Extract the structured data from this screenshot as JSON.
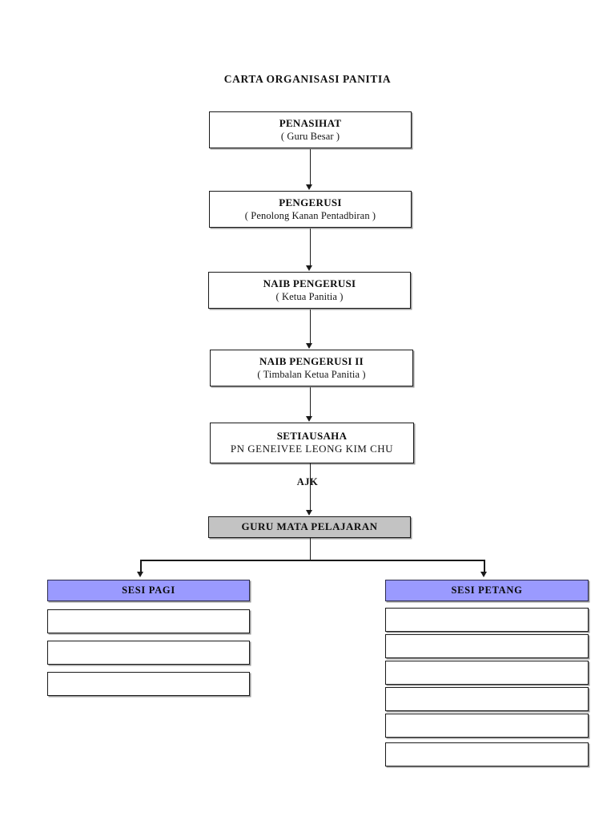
{
  "document": {
    "title": "CARTA ORGANISASI PANITIA"
  },
  "colors": {
    "highlight_gray": "#C3C3C3",
    "section_purple": "#9A9AFF",
    "line": "#1A1A1A",
    "background": "#FFFFFF"
  },
  "hierarchy": [
    {
      "key": "penasihat",
      "title": "PENASIHAT",
      "subtitle": "( Guru Besar )"
    },
    {
      "key": "pengerusi",
      "title": "PENGERUSI",
      "subtitle": "( Penolong Kanan Pentadbiran )"
    },
    {
      "key": "naib_pengerusi",
      "title": "NAIB PENGERUSI",
      "subtitle": "( Ketua Panitia )"
    },
    {
      "key": "naib_pengerusi_ii",
      "title": "NAIB PENGERUSI II",
      "subtitle": "( Timbalan Ketua Panitia )"
    },
    {
      "key": "setiausaha",
      "title": "SETIAUSAHA",
      "subtitle": "PN GENEIVEE LEONG KIM CHU"
    }
  ],
  "ajk": {
    "label": "AJK"
  },
  "teachers_node": {
    "label": "GURU MATA PELAJARAN"
  },
  "sessions": [
    {
      "key": "sesi_pagi",
      "header": "SESI PAGI",
      "slot_count": 3,
      "slots": [
        "",
        "",
        ""
      ]
    },
    {
      "key": "sesi_petang",
      "header": "SESI PETANG",
      "slot_count": 6,
      "slots": [
        "",
        "",
        "",
        "",
        "",
        ""
      ]
    }
  ]
}
